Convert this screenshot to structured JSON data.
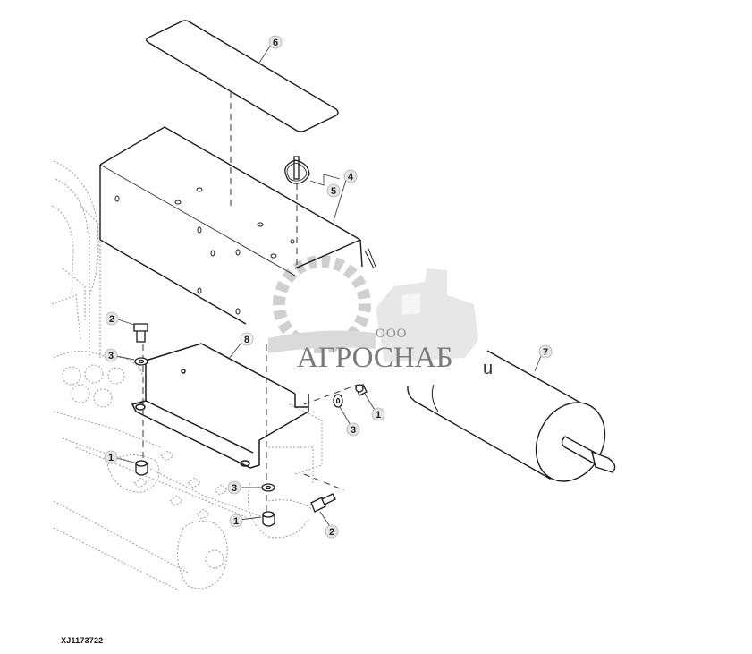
{
  "diagram": {
    "type": "exploded-parts-view",
    "reference_id": "XJ1173722",
    "callouts": [
      {
        "id": "c6",
        "label": "6",
        "part": "cover plate / gasket"
      },
      {
        "id": "c4",
        "label": "4",
        "part": "box housing"
      },
      {
        "id": "c5",
        "label": "5",
        "part": "lynch pin"
      },
      {
        "id": "c8",
        "label": "8",
        "part": "mounting bracket"
      },
      {
        "id": "c7",
        "label": "7",
        "part": "cylinder / roller"
      },
      {
        "id": "c2a",
        "label": "2",
        "part": "bolt"
      },
      {
        "id": "c3a",
        "label": "3",
        "part": "washer"
      },
      {
        "id": "c1a",
        "label": "1",
        "part": "nut"
      },
      {
        "id": "c1b",
        "label": "1",
        "part": "nut"
      },
      {
        "id": "c3b",
        "label": "3",
        "part": "washer"
      },
      {
        "id": "c3c",
        "label": "3",
        "part": "washer"
      },
      {
        "id": "c1c",
        "label": "1",
        "part": "nut"
      },
      {
        "id": "c2b",
        "label": "2",
        "part": "bolt"
      }
    ]
  },
  "watermark": {
    "prefix": "ООО",
    "name": "АГРОСНАБ",
    "suffix": "u"
  }
}
